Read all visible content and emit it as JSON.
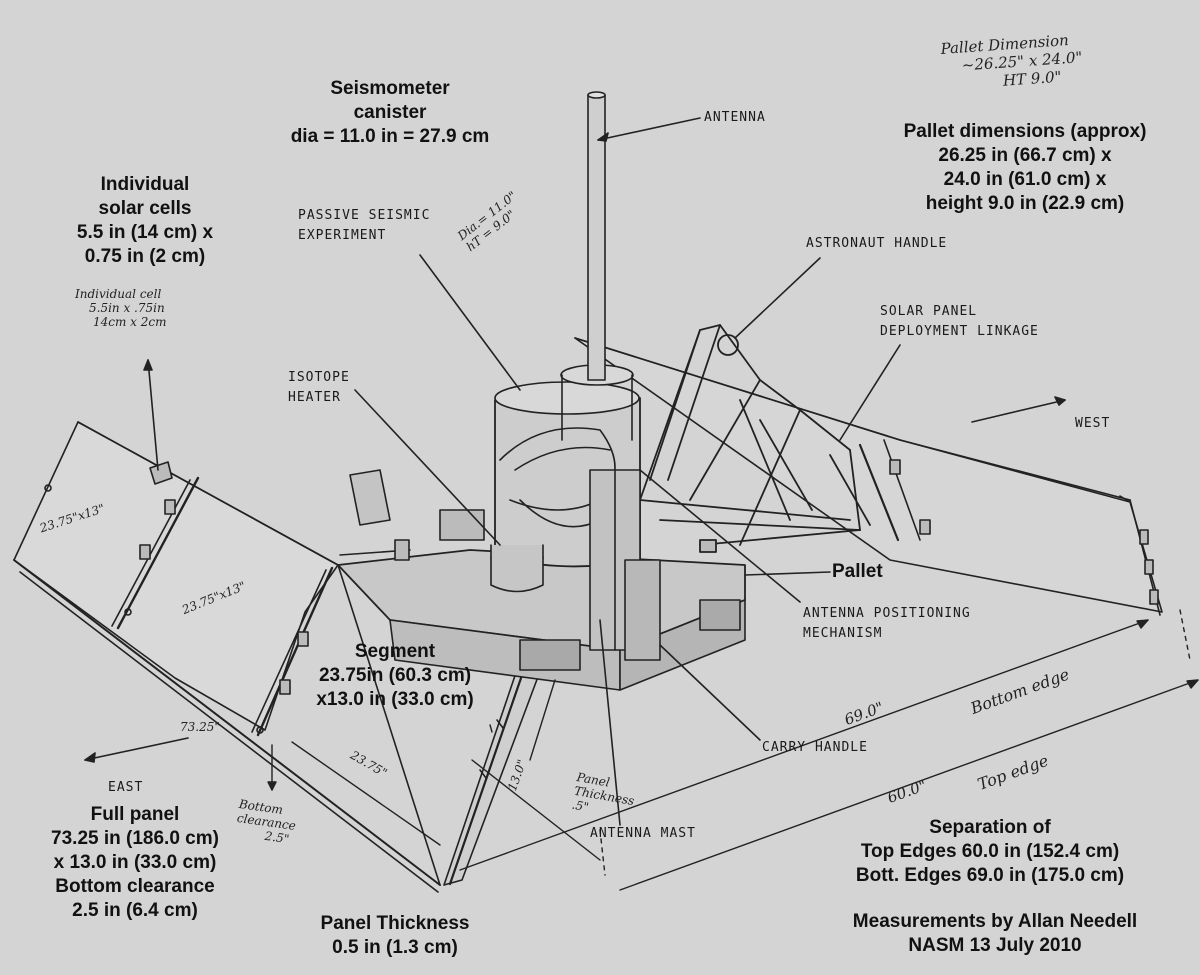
{
  "labels": {
    "seismometer": [
      "Seismometer",
      "canister",
      "dia = 11.0 in = 27.9 cm"
    ],
    "solar_cells": [
      "Individual",
      "solar cells",
      "5.5 in (14 cm) x",
      "0.75 in (2 cm)"
    ],
    "pallet_dims": [
      "Pallet dimensions (approx)",
      "26.25 in (66.7 cm) x",
      "24.0 in (61.0 cm) x",
      "height 9.0 in (22.9 cm)"
    ],
    "pallet": "Pallet",
    "segment": [
      "Segment",
      "23.75in (60.3 cm)",
      "x13.0 in (33.0 cm)"
    ],
    "full_panel": [
      "Full panel",
      "73.25 in (186.0 cm)",
      "x 13.0 in (33.0 cm)",
      "Bottom clearance",
      "2.5 in (6.4 cm)"
    ],
    "panel_thickness": [
      "Panel Thickness",
      "0.5 in (1.3 cm)"
    ],
    "separation": [
      "Separation of",
      "Top Edges 60.0 in (152.4 cm)",
      "Bott. Edges 69.0 in (175.0 cm)"
    ],
    "credit": [
      "Measurements by Allan Needell",
      "NASM 13 July 2010"
    ]
  },
  "captions": {
    "antenna": "ANTENNA",
    "passive_seismic": [
      "PASSIVE SEISMIC",
      "EXPERIMENT"
    ],
    "astronaut_handle": "ASTRONAUT HANDLE",
    "solar_linkage": [
      "SOLAR PANEL",
      "DEPLOYMENT LINKAGE"
    ],
    "isotope_heater": [
      "ISOTOPE",
      "HEATER"
    ],
    "west": "WEST",
    "east": "EAST",
    "antenna_positioning": [
      "ANTENNA POSITIONING",
      "MECHANISM"
    ],
    "carry_handle": "CARRY HANDLE",
    "antenna_mast": "ANTENNA MAST"
  },
  "handwritten": {
    "pallet_note": [
      "Pallet Dimension",
      "~26.25\" x 24.0\"",
      "HT 9.0\""
    ],
    "dia_note": [
      "Dia.= 11.0\"",
      "hT = 9.0\""
    ],
    "cell_note": [
      "Individual cell",
      "5.5in x .75in",
      "14cm x 2cm"
    ],
    "cell_a": "23.75\"x13\"",
    "cell_b": "23.75\"x13\"",
    "d_7325": "73.25\"",
    "d_2375": "23.75\"",
    "d_130": "13.0\"",
    "panel_thk": [
      "Panel",
      "Thickness",
      ".5\""
    ],
    "bottom_clear": [
      "Bottom",
      "clearance",
      "2.5\""
    ],
    "d_690": "69.0\"",
    "bottom_edge": "Bottom edge",
    "d_600": "60.0\"",
    "top_edge": "Top edge"
  }
}
